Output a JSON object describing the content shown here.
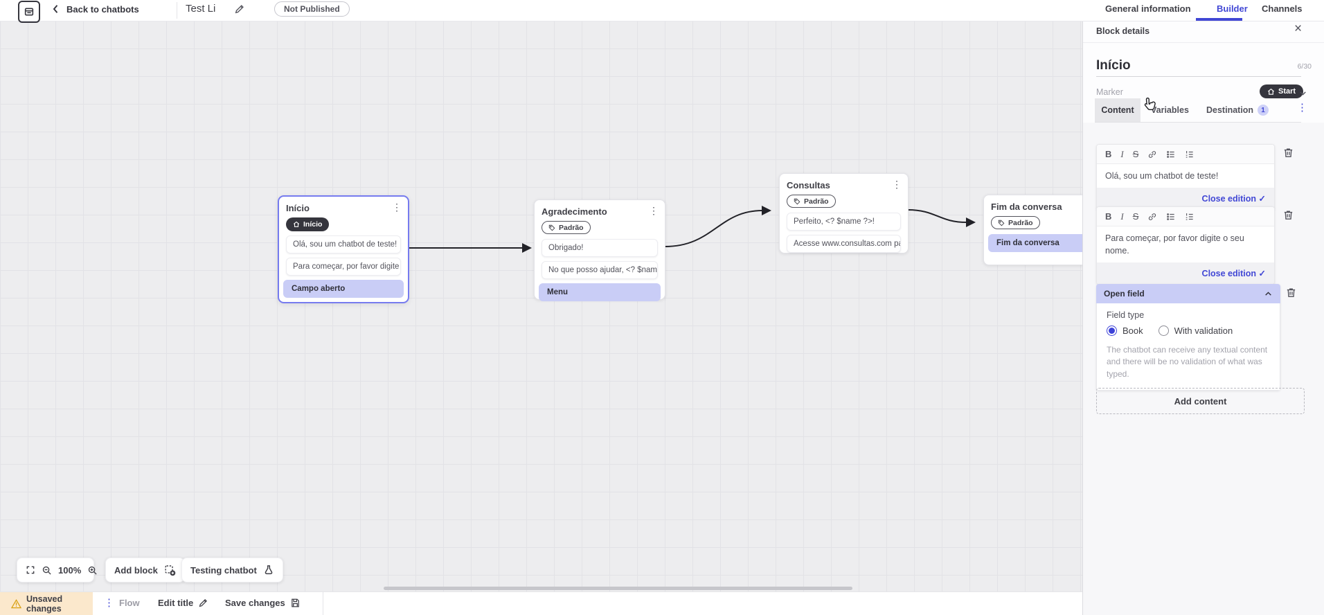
{
  "topbar": {
    "back_label": "Back to chatbots",
    "title": "Test Li",
    "status_badge": "Not Published",
    "tabs": [
      {
        "label": "General information"
      },
      {
        "label": "Builder"
      },
      {
        "label": "Channels"
      }
    ]
  },
  "canvas": {
    "blocks": [
      {
        "title": "Início",
        "marker": "Início",
        "items": [
          {
            "text": "Olá, sou um chatbot de teste!"
          },
          {
            "text": "Para começar, por favor digite o ..."
          },
          {
            "text": "Campo aberto"
          }
        ]
      },
      {
        "title": "Agradecimento",
        "marker": "Padrão",
        "items": [
          {
            "text": "Obrigado!"
          },
          {
            "text": "No que posso ajudar, <? $name ..."
          },
          {
            "text": "Menu"
          }
        ]
      },
      {
        "title": "Consultas",
        "marker": "Padrão",
        "items": [
          {
            "text": "Perfeito, <? $name ?>!"
          },
          {
            "text": "Acesse www.consultas.com par..."
          }
        ]
      },
      {
        "title": "Fim da conversa",
        "marker": "Padrão",
        "items": [
          {
            "text": "Fim da conversa"
          }
        ]
      }
    ],
    "toolbar": {
      "zoom_level": "100%",
      "add_block_label": "Add block",
      "testing_label": "Testing chatbot"
    }
  },
  "panel": {
    "header": "Block details",
    "block_name": "Início",
    "name_counter": "6/30",
    "marker_label": "Marker",
    "marker_value": "Start",
    "tabs": [
      {
        "label": "Content"
      },
      {
        "label": "Variables"
      },
      {
        "label": "Destination",
        "badge": "1"
      }
    ],
    "editors": [
      {
        "text": "Olá, sou um chatbot de teste!",
        "action_label": "Close edition"
      },
      {
        "text": "Para começar, por favor digite o seu nome.",
        "action_label": "Close edition"
      }
    ],
    "open_field": {
      "title": "Open field",
      "field_type_label": "Field type",
      "options": [
        {
          "label": "Book"
        },
        {
          "label": "With validation"
        }
      ],
      "description": "The chatbot can receive any textual content and there will be no validation of what was typed."
    },
    "add_content_label": "Add content"
  },
  "statusbar": {
    "unsaved_label": "Unsaved changes",
    "flow_label": "Flow",
    "edit_title_label": "Edit title",
    "save_label": "Save changes"
  },
  "colors": {
    "accent": "#4147d5",
    "lavender": "#c9cdf6",
    "dark_pill": "#35353d",
    "warning_bg": "#fbe8cc"
  }
}
